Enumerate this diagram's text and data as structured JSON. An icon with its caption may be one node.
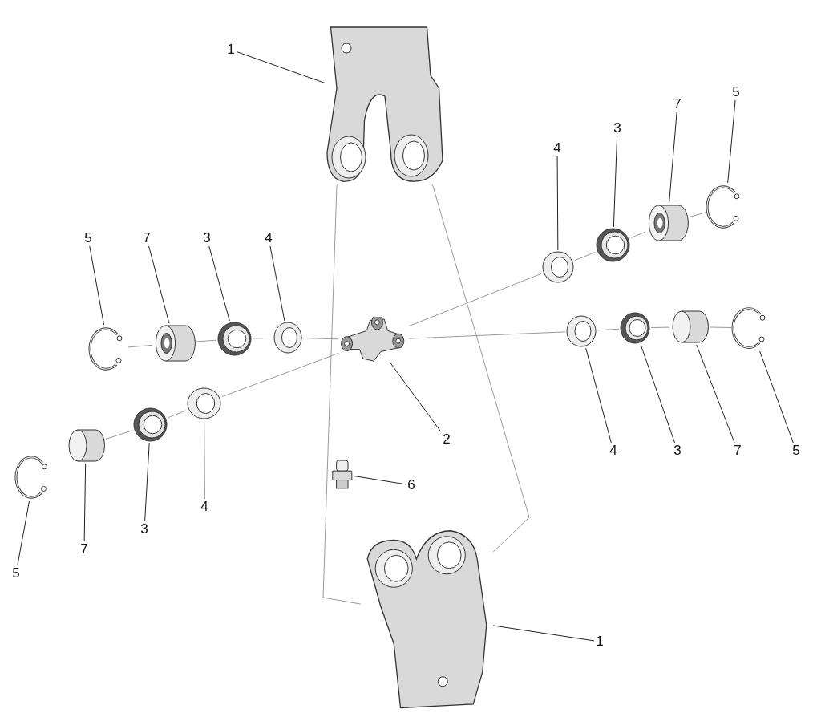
{
  "diagram": {
    "nodes": [
      {
        "text": [
          "1"
        ]
      },
      {
        "text": [
          "5"
        ]
      },
      {
        "text": [
          "7"
        ]
      },
      {
        "text": [
          "3"
        ]
      },
      {
        "text": [
          "4"
        ]
      },
      {
        "text": [
          "5"
        ]
      },
      {
        "text": [
          "7"
        ]
      },
      {
        "text": [
          "3"
        ]
      },
      {
        "text": [
          "4"
        ]
      },
      {
        "text": [
          "2"
        ]
      },
      {
        "text": [
          "4"
        ]
      },
      {
        "text": [
          "3"
        ]
      },
      {
        "text": [
          "7"
        ]
      },
      {
        "text": [
          "5"
        ]
      },
      {
        "text": [
          "6"
        ]
      },
      {
        "text": [
          "4"
        ]
      },
      {
        "text": [
          "3"
        ]
      },
      {
        "text": [
          "7"
        ]
      },
      {
        "text": [
          "5"
        ]
      },
      {
        "text": [
          "1"
        ]
      },
      {
        "text": [],
        "shape": "picture"
      },
      {
        "text": [],
        "shape": "picture"
      },
      {
        "text": [],
        "shape": "cylinder"
      },
      {
        "text": [],
        "shape": "picture"
      },
      {
        "text": [],
        "shape": "picture"
      },
      {
        "text": [],
        "shape": "picture"
      },
      {
        "text": [],
        "shape": "picture"
      },
      {
        "text": [],
        "shape": "picture"
      },
      {
        "text": [],
        "shape": "cylinder"
      },
      {
        "text": [],
        "shape": "picture"
      },
      {
        "text": [],
        "shape": "picture"
      },
      {
        "text": [],
        "shape": "picture"
      },
      {
        "text": [],
        "shape": "cylinder"
      },
      {
        "text": [],
        "shape": "picture"
      },
      {
        "text": [],
        "shape": "picture"
      },
      {
        "text": [],
        "shape": "picture"
      },
      {
        "text": [],
        "shape": "picture"
      },
      {
        "text": [],
        "shape": "cylinder"
      },
      {
        "text": [],
        "shape": "picture"
      },
      {
        "text": [],
        "shape": "picture"
      }
    ],
    "edges": [
      {
        "from": 0,
        "to": 20,
        "arrow": "none"
      },
      {
        "from": 1,
        "to": 29,
        "arrow": "none"
      },
      {
        "from": 2,
        "to": 28,
        "arrow": "none"
      },
      {
        "from": 3,
        "to": 27,
        "arrow": "none"
      },
      {
        "from": 4,
        "to": 26,
        "arrow": "none"
      },
      {
        "from": 5,
        "to": 21,
        "arrow": "none"
      },
      {
        "from": 6,
        "to": 22,
        "arrow": "none"
      },
      {
        "from": 7,
        "to": 23,
        "arrow": "none"
      },
      {
        "from": 8,
        "to": 24,
        "arrow": "none"
      },
      {
        "from": 9,
        "to": 25,
        "arrow": "none"
      },
      {
        "from": 10,
        "to": 30,
        "arrow": "none"
      },
      {
        "from": 11,
        "to": 31,
        "arrow": "none"
      },
      {
        "from": 12,
        "to": 32,
        "arrow": "none"
      },
      {
        "from": 13,
        "to": 33,
        "arrow": "none"
      },
      {
        "from": 14,
        "to": 34,
        "arrow": "none"
      },
      {
        "from": 15,
        "to": 35,
        "arrow": "none"
      },
      {
        "from": 16,
        "to": 36,
        "arrow": "none"
      },
      {
        "from": 17,
        "to": 37,
        "arrow": "none"
      },
      {
        "from": 18,
        "to": 38,
        "arrow": "none"
      },
      {
        "from": 19,
        "to": 39,
        "arrow": "none"
      },
      {
        "from": 21,
        "to": 22,
        "arrow": "none",
        "color": "#9a9a9a"
      },
      {
        "from": 22,
        "to": 23,
        "arrow": "none",
        "color": "#9a9a9a"
      },
      {
        "from": 23,
        "to": 24,
        "arrow": "none",
        "color": "#9a9a9a"
      },
      {
        "from": 24,
        "to": 25,
        "arrow": "none",
        "color": "#9a9a9a"
      },
      {
        "from": 25,
        "to": 30,
        "arrow": "none",
        "color": "#9a9a9a"
      },
      {
        "from": 30,
        "to": 31,
        "arrow": "none",
        "color": "#9a9a9a"
      },
      {
        "from": 31,
        "to": 32,
        "arrow": "none",
        "color": "#9a9a9a"
      },
      {
        "from": 32,
        "to": 33,
        "arrow": "none",
        "color": "#9a9a9a"
      },
      {
        "from": 37,
        "to": 36,
        "arrow": "none",
        "color": "#9a9a9a"
      },
      {
        "from": 36,
        "to": 35,
        "arrow": "none",
        "color": "#9a9a9a"
      },
      {
        "from": 35,
        "to": 25,
        "arrow": "none",
        "color": "#9a9a9a"
      },
      {
        "from": 25,
        "to": 26,
        "arrow": "none",
        "color": "#9a9a9a"
      },
      {
        "from": 26,
        "to": 27,
        "arrow": "none",
        "color": "#9a9a9a"
      },
      {
        "from": 27,
        "to": 28,
        "arrow": "none",
        "color": "#9a9a9a"
      },
      {
        "from": 28,
        "to": 29,
        "arrow": "none",
        "color": "#9a9a9a"
      },
      {
        "from": 20,
        "to": 39,
        "arrow": "none",
        "color": "#9a9a9a"
      },
      {
        "from": 20,
        "to": 39,
        "arrow": "none",
        "color": "#9a9a9a"
      }
    ]
  }
}
